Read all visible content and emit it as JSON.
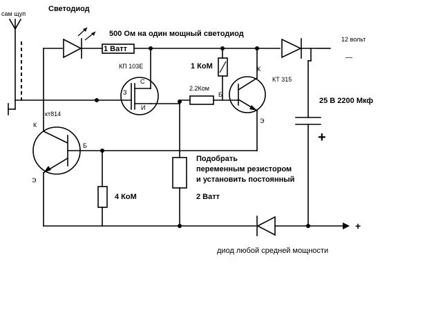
{
  "labels": {
    "probe": "сам щуп",
    "led": "Светодиод",
    "led_resistor": "500 Ом на один мощный светодиод",
    "watt1": "1 Ватт",
    "fet": "КП 103Е",
    "fet_gate": "З",
    "fet_drain": "С",
    "fet_source": "И",
    "r1kom": "1 КоМ",
    "r22kom": "2.2Ком",
    "kt315": "КТ 315",
    "kt315_k": "К",
    "kt315_b": "Б",
    "kt315_e": "Э",
    "kt814": "кт814",
    "kt814_k": "К",
    "kt814_b": "Б",
    "kt814_e": "Э",
    "v12": "12 вольт",
    "v12_minus": "—",
    "capacitor": "25 В 2200 Мкф",
    "cap_plus": "+",
    "pick_line1": "Подобрать",
    "pick_line2": "переменным резистором",
    "pick_line3": "и установить постоянный",
    "watt2": "2 Ватт",
    "r4kom": "4 КоМ",
    "diode_note": "диод любой средней мощности",
    "plus": "+"
  }
}
